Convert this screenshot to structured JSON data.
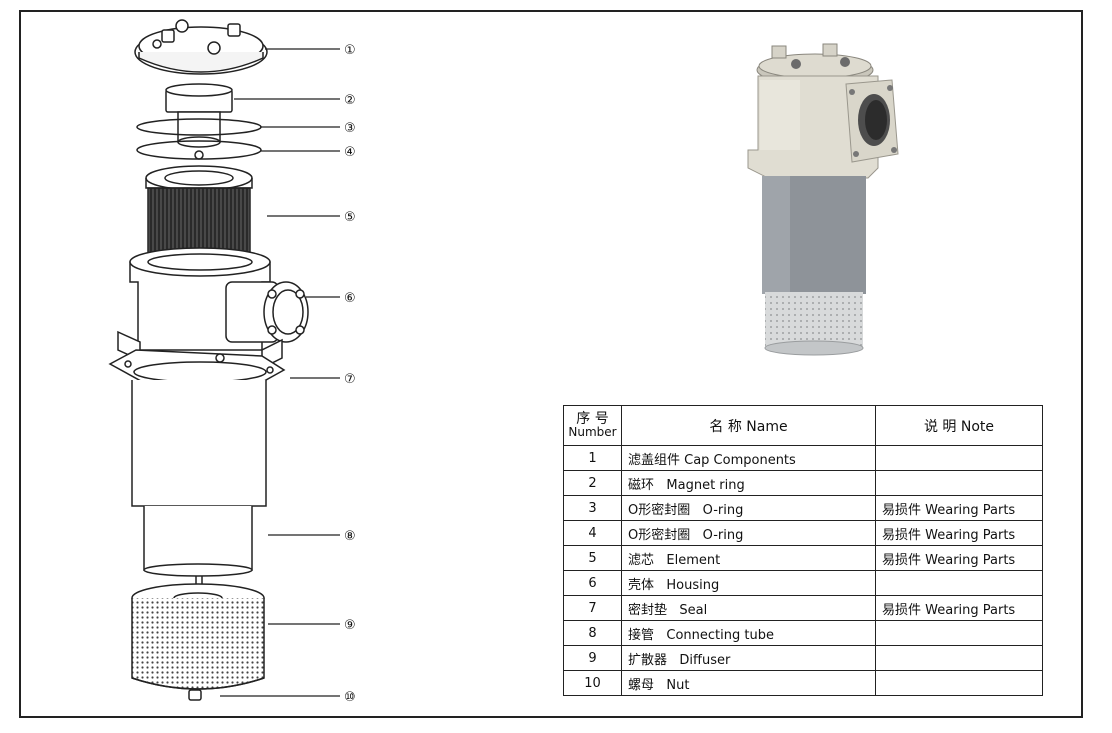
{
  "callouts": [
    "①",
    "②",
    "③",
    "④",
    "⑤",
    "⑥",
    "⑦",
    "⑧",
    "⑨",
    "⑩"
  ],
  "table": {
    "headers": {
      "number_cn": "序 号",
      "number_en": "Number",
      "name": "名  称 Name",
      "note": "说 明 Note"
    },
    "rows": [
      {
        "num": "1",
        "name": "滤盖组件 Cap Components",
        "note": ""
      },
      {
        "num": "2",
        "name": "磁环   Magnet ring",
        "note": ""
      },
      {
        "num": "3",
        "name": "O形密封圈   O-ring",
        "note": "易损件 Wearing Parts"
      },
      {
        "num": "4",
        "name": "O形密封圈   O-ring",
        "note": "易损件 Wearing Parts"
      },
      {
        "num": "5",
        "name": "滤芯   Element",
        "note": "易损件 Wearing Parts"
      },
      {
        "num": "6",
        "name": "壳体   Housing",
        "note": ""
      },
      {
        "num": "7",
        "name": "密封垫   Seal",
        "note": "易损件 Wearing Parts"
      },
      {
        "num": "8",
        "name": "接管   Connecting tube",
        "note": ""
      },
      {
        "num": "9",
        "name": "扩散器   Diffuser",
        "note": ""
      },
      {
        "num": "10",
        "name": "螺母   Nut",
        "note": ""
      }
    ]
  },
  "colors": {
    "housing_body": "#e0ddd2",
    "tube_gray": "#8e9399",
    "mesh": "#c9ccce",
    "line": "#222222"
  }
}
